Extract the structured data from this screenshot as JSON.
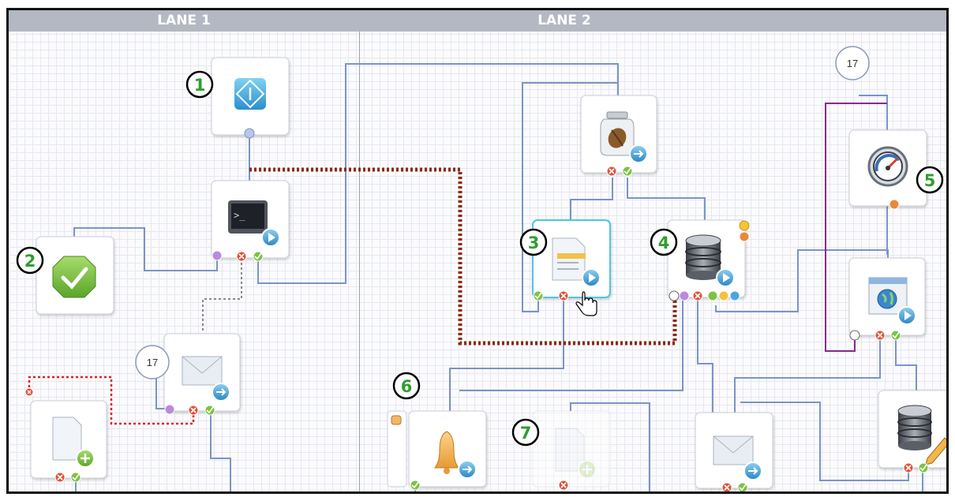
{
  "lanes": [
    {
      "label": "LANE 1"
    },
    {
      "label": "LANE 2"
    }
  ],
  "callouts": [
    "1",
    "2",
    "3",
    "4",
    "5",
    "6",
    "7"
  ],
  "timers": [
    "17",
    "17"
  ],
  "nodes": [
    {
      "id": "start",
      "icon": "start-diamond-icon"
    },
    {
      "id": "approval",
      "icon": "checkmark-octagon-icon"
    },
    {
      "id": "command",
      "icon": "terminal-icon"
    },
    {
      "id": "email-lane1",
      "icon": "envelope-icon"
    },
    {
      "id": "create-document",
      "icon": "document-add-icon"
    },
    {
      "id": "coffee-jar",
      "icon": "jar-icon"
    },
    {
      "id": "document-task",
      "icon": "document-icon"
    },
    {
      "id": "database",
      "icon": "database-icon"
    },
    {
      "id": "gauge",
      "icon": "gauge-icon"
    },
    {
      "id": "web-browser",
      "icon": "globe-window-icon"
    },
    {
      "id": "notification",
      "icon": "bell-icon"
    },
    {
      "id": "disabled-document",
      "icon": "document-add-icon"
    },
    {
      "id": "email-lane2",
      "icon": "envelope-icon"
    },
    {
      "id": "database-edit",
      "icon": "database-pencil-icon"
    }
  ],
  "colors": {
    "connector": "#7b94c8",
    "dotted_link": "#8a2a14",
    "red_link": "#e02020",
    "purple_link": "#8a2a8a",
    "callout_green": "#2e9e2e",
    "lane_header": "#b3b8c2"
  }
}
